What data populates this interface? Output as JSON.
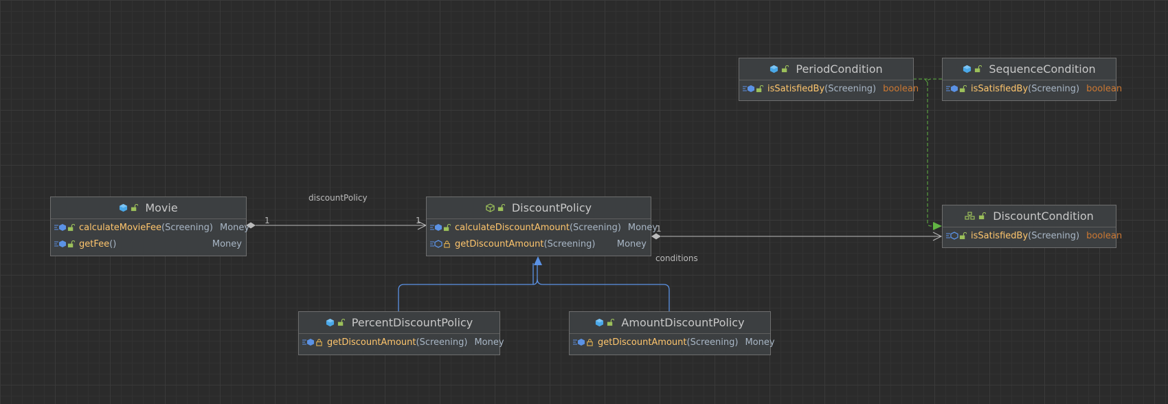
{
  "colors": {
    "background": "#2b2b2b",
    "class_icon": "#4aa8e8",
    "abstract_icon": "#9cc05a",
    "method_name": "#ffc66d",
    "boolean_type": "#cc7832",
    "inheritance_edge": "#5b92e5",
    "realization_edge": "#62b543",
    "association_edge": "#bbbbbb"
  },
  "nodes": {
    "movie": {
      "name": "Movie",
      "kind": "class",
      "methods": [
        {
          "name": "calculateMovieFee",
          "params": "(Screening)",
          "returns": "Money",
          "access": "public"
        },
        {
          "name": "getFee",
          "params": "()",
          "returns": "Money",
          "access": "public"
        }
      ]
    },
    "discount_policy": {
      "name": "DiscountPolicy",
      "kind": "abstract-class",
      "methods": [
        {
          "name": "calculateDiscountAmount",
          "params": "(Screening)",
          "returns": "Money",
          "access": "public"
        },
        {
          "name": "getDiscountAmount",
          "params": "(Screening)",
          "returns": "Money",
          "access": "protected-abstract"
        }
      ]
    },
    "percent_discount_policy": {
      "name": "PercentDiscountPolicy",
      "kind": "class",
      "methods": [
        {
          "name": "getDiscountAmount",
          "params": "(Screening)",
          "returns": "Money",
          "access": "protected"
        }
      ]
    },
    "amount_discount_policy": {
      "name": "AmountDiscountPolicy",
      "kind": "class",
      "methods": [
        {
          "name": "getDiscountAmount",
          "params": "(Screening)",
          "returns": "Money",
          "access": "protected"
        }
      ]
    },
    "period_condition": {
      "name": "PeriodCondition",
      "kind": "class",
      "methods": [
        {
          "name": "isSatisfiedBy",
          "params": "(Screening)",
          "returns": "boolean",
          "access": "public"
        }
      ]
    },
    "sequence_condition": {
      "name": "SequenceCondition",
      "kind": "class",
      "methods": [
        {
          "name": "isSatisfiedBy",
          "params": "(Screening)",
          "returns": "boolean",
          "access": "public"
        }
      ]
    },
    "discount_condition": {
      "name": "DiscountCondition",
      "kind": "interface",
      "methods": [
        {
          "name": "isSatisfiedBy",
          "params": "(Screening)",
          "returns": "boolean",
          "access": "public-abstract"
        }
      ]
    }
  },
  "edges": {
    "movie_to_policy": {
      "label": "discountPolicy",
      "source_multiplicity": "1",
      "target_multiplicity": "1",
      "type": "composition"
    },
    "policy_to_condition": {
      "label": "conditions",
      "source_multiplicity": "1",
      "type": "composition"
    },
    "percent_extends": {
      "type": "inheritance"
    },
    "amount_extends": {
      "type": "inheritance"
    },
    "period_implements": {
      "type": "realization"
    },
    "sequence_implements": {
      "type": "realization"
    }
  }
}
